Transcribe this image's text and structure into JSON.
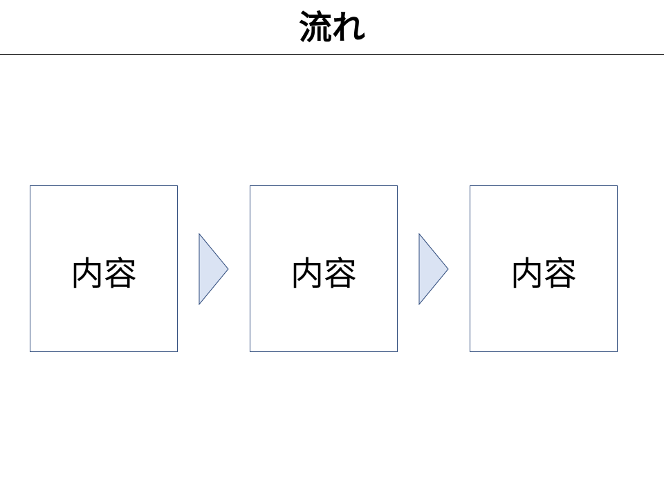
{
  "slide": {
    "title": "流れ"
  },
  "flow": {
    "steps": [
      {
        "label": "内容"
      },
      {
        "label": "内容"
      },
      {
        "label": "内容"
      }
    ]
  },
  "colors": {
    "box_border": "#2f4b7c",
    "arrow_fill": "#dae3f3",
    "arrow_stroke": "#2f4b7c"
  },
  "icons": {
    "connector": "chevron-right-icon"
  }
}
